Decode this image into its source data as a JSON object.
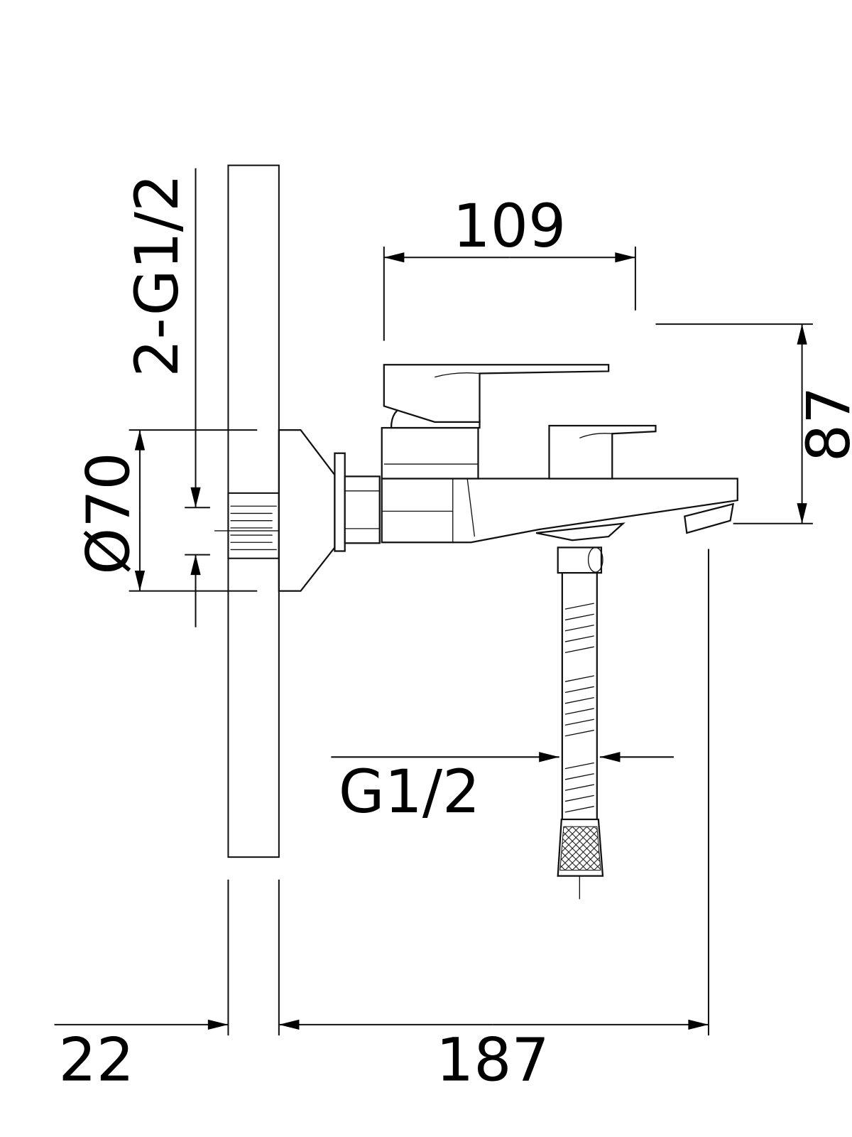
{
  "drawing": {
    "title": "Wall-mounted bath mixer dimension drawing",
    "dimensions": {
      "spout_projection": "109",
      "height": "87",
      "inlet_thread": "2-G1/2",
      "flange_diameter": "Ø70",
      "hose_thread": "G1/2",
      "wall_thickness": "22",
      "total_projection": "187"
    },
    "colors": {
      "line": "#111111",
      "background": "#ffffff"
    }
  }
}
